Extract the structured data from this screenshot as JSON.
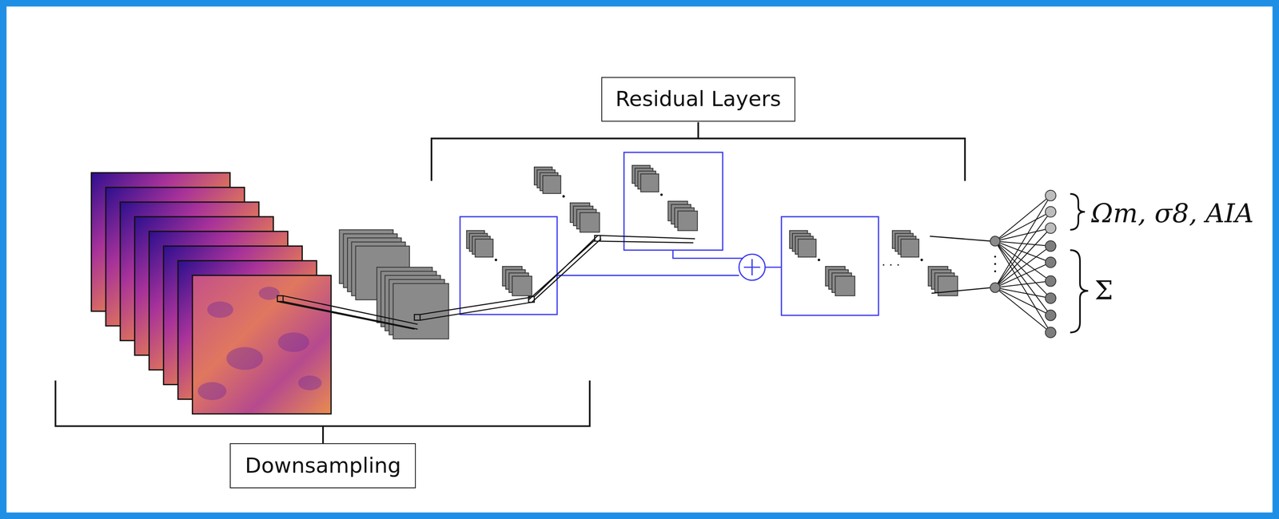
{
  "diagram": {
    "nodes": [
      {
        "text": [
          "Residual Layers"
        ]
      },
      {
        "text": [
          "Downsampling"
        ]
      }
    ],
    "labels": [
      "Ωm, σ8, AIA",
      "Σ"
    ]
  }
}
